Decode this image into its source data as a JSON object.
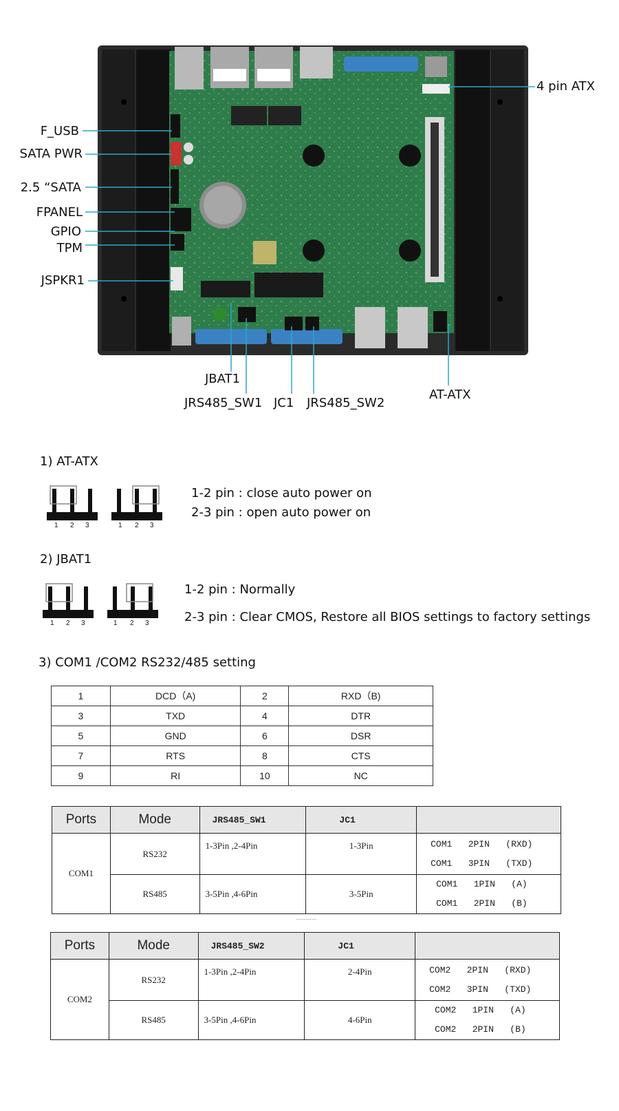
{
  "diagram": {
    "callouts_left": [
      "F_USB",
      "SATA PWR",
      "2.5 “SATA",
      "FPANEL",
      "GPIO",
      "TPM",
      "JSPKR1"
    ],
    "callout_right": "4 pin ATX",
    "callouts_bottom": [
      "JBAT1",
      "JRS485_SW1",
      "JC1",
      "JRS485_SW2",
      "AT-ATX"
    ]
  },
  "section1": {
    "heading": "1) AT-ATX",
    "pin_numbers": [
      "1",
      "2",
      "3"
    ],
    "line1": "1-2 pin : close auto power on",
    "line2": "2-3 pin : open auto power on"
  },
  "section2": {
    "heading": "2) JBAT1",
    "pin_numbers": [
      "1",
      "2",
      "3"
    ],
    "line1": "1-2 pin : Normally",
    "line2": "2-3 pin : Clear CMOS, Restore all BIOS settings to factory settings"
  },
  "section3": {
    "heading": "3) COM1 /COM2 RS232/485 setting",
    "pin_table": [
      [
        "1",
        "DCD（A)",
        "2",
        "RXD（B)"
      ],
      [
        "3",
        "TXD",
        "4",
        "DTR"
      ],
      [
        "5",
        "GND",
        "6",
        "DSR"
      ],
      [
        "7",
        "RTS",
        "8",
        "CTS"
      ],
      [
        "9",
        "RI",
        "10",
        "NC"
      ]
    ]
  },
  "com1_table": {
    "headers": [
      "Ports",
      "Mode",
      "JRS485_SW1",
      "JC1",
      ""
    ],
    "port": "COM1",
    "rows": [
      {
        "mode": "RS232",
        "sw": "1-3Pin ,2-4Pin",
        "jc": "1-3Pin",
        "sig1": "COM1   2PIN   (RXD)",
        "sig2": "COM1   3PIN   (TXD)"
      },
      {
        "mode": "RS485",
        "sw": "3-5Pin ,4-6Pin",
        "jc": "3-5Pin",
        "sig1": "COM1   1PIN   (A)",
        "sig2": "COM1   2PIN   (B)"
      }
    ]
  },
  "com2_table": {
    "headers": [
      "Ports",
      "Mode",
      "JRS485_SW2",
      "JC1",
      ""
    ],
    "port": "COM2",
    "rows": [
      {
        "mode": "RS232",
        "sw": "1-3Pin ,2-4Pin",
        "jc": "2-4Pin",
        "sig1": "COM2   2PIN   (RXD)",
        "sig2": "COM2   3PIN   (TXD)"
      },
      {
        "mode": "RS485",
        "sw": "3-5Pin ,4-6Pin",
        "jc": "4-6Pin",
        "sig1": "COM2   1PIN   (A)",
        "sig2": "COM2   2PIN   (B)"
      }
    ]
  },
  "colors": {
    "pcb": "#2f7d4a",
    "pcb_dark": "#1f5a35",
    "chassis": "#2a2a2a",
    "callout_line": "#2aa7c9",
    "table_header": "#e6e6e6"
  }
}
